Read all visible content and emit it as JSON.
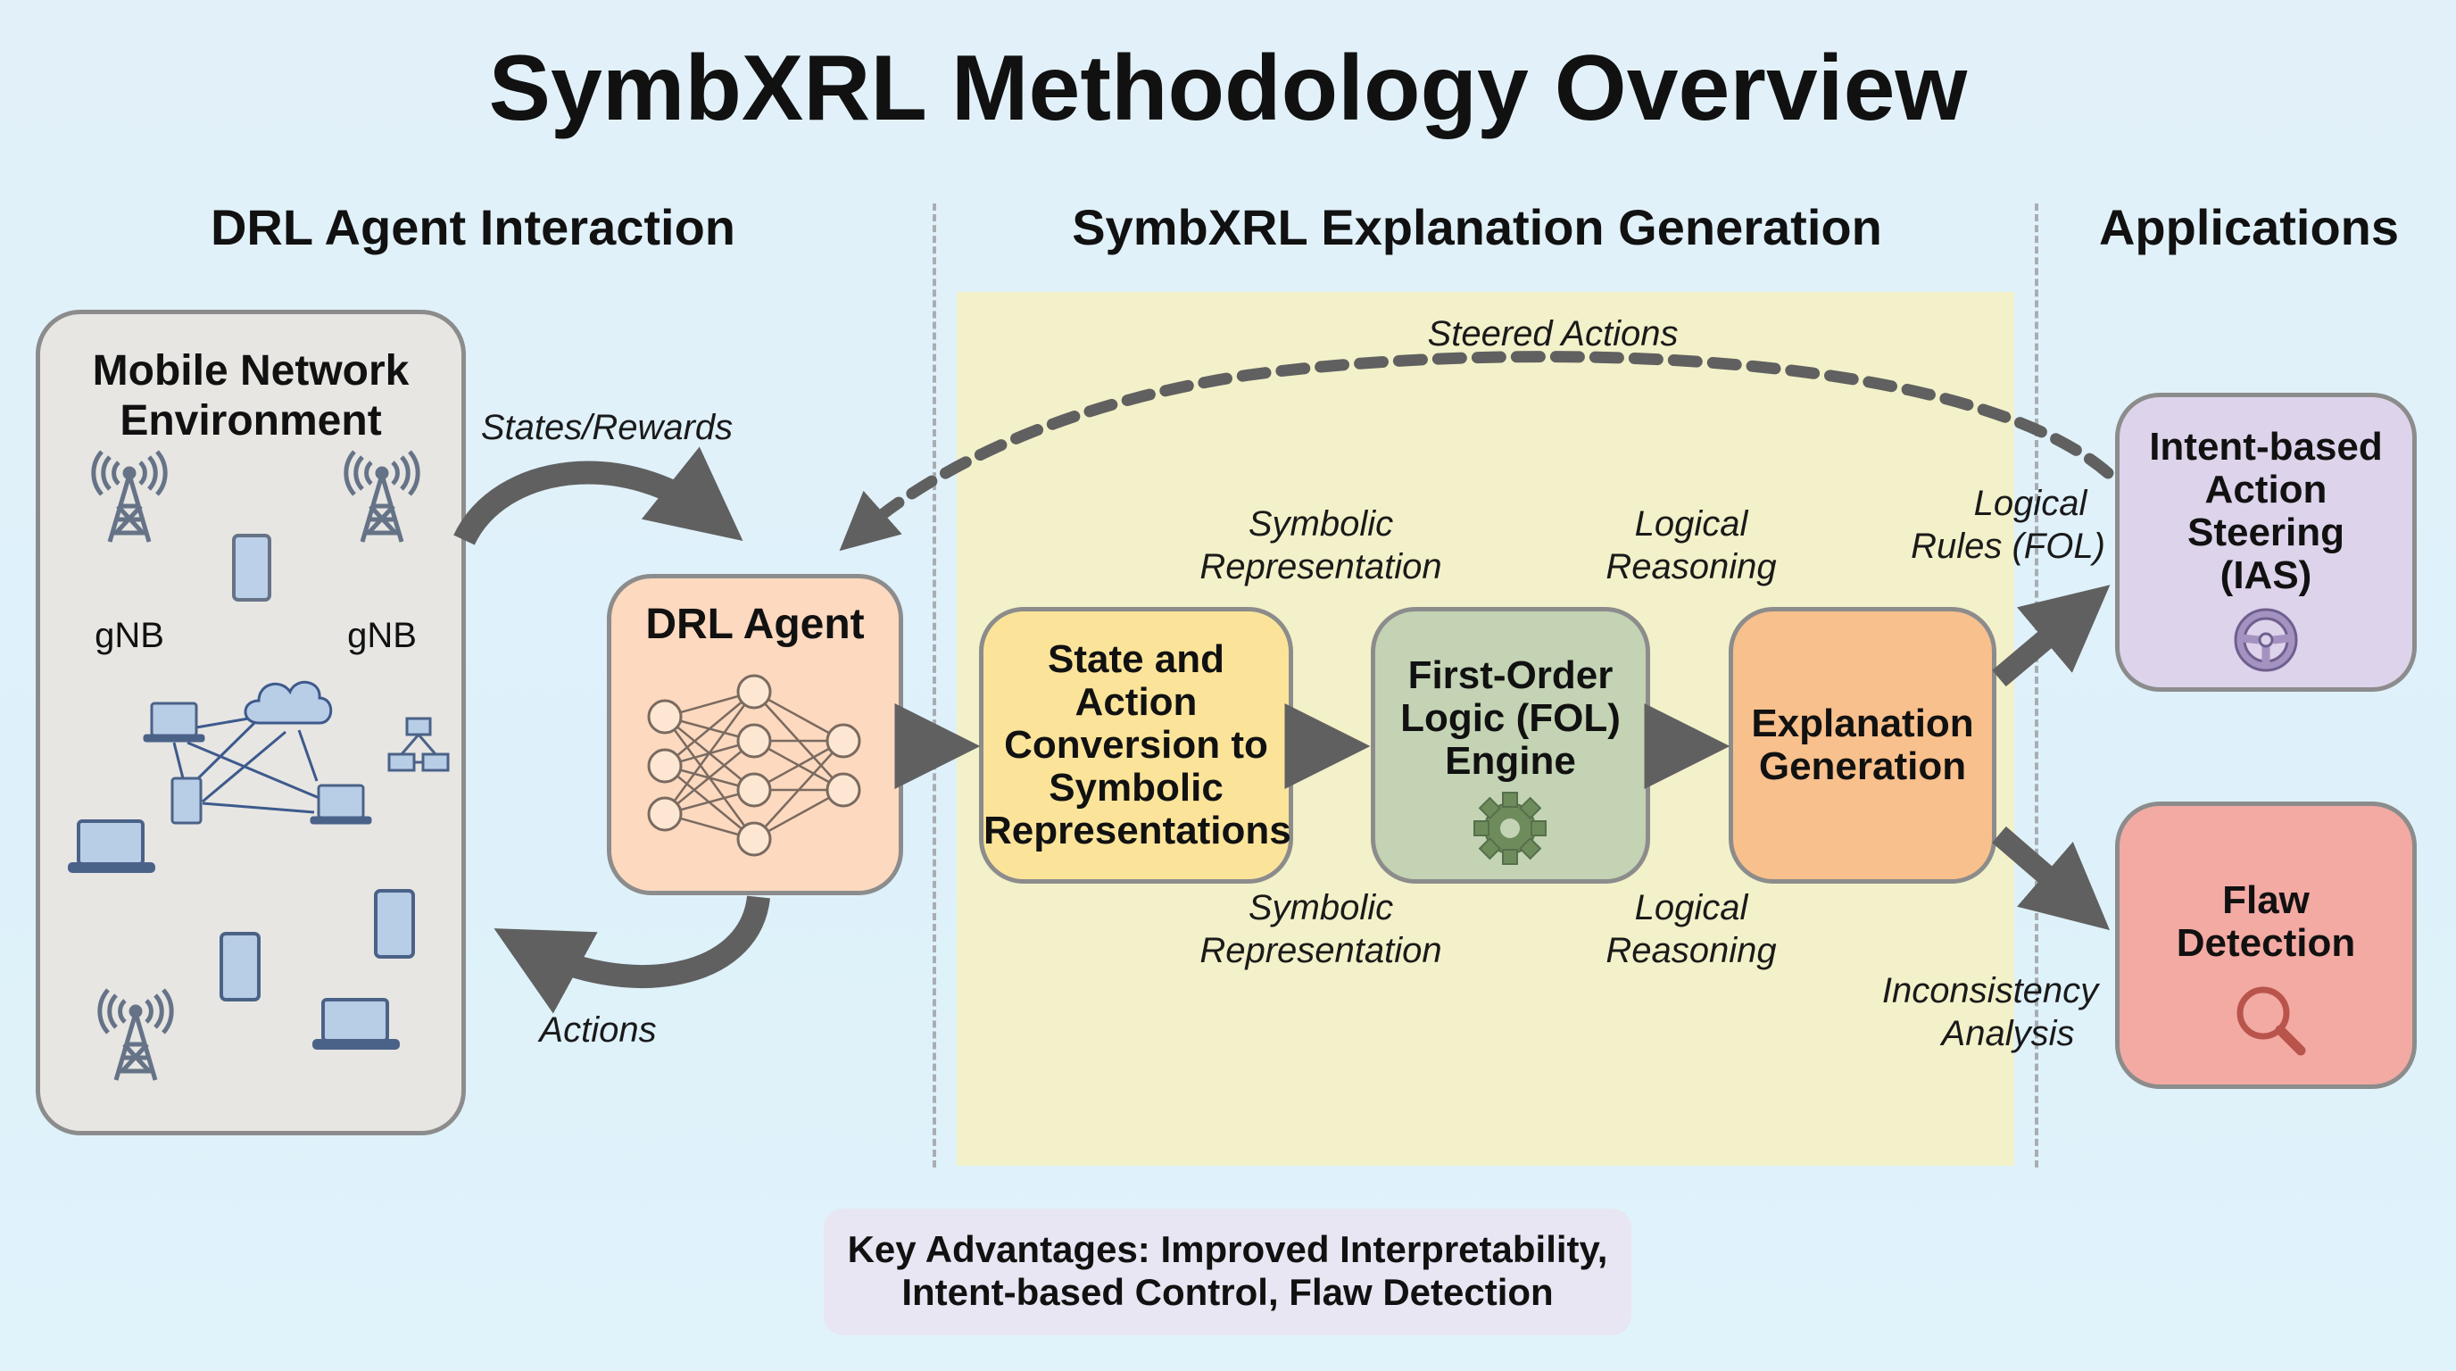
{
  "title": "SymbXRL Methodology Overview",
  "sections": {
    "drl_interaction": "DRL Agent Interaction",
    "explanation_generation": "SymbXRL Explanation Generation",
    "applications": "Applications"
  },
  "environment": {
    "title_line1": "Mobile Network",
    "title_line2": "Environment",
    "gnb_label": "gNB",
    "icons": [
      "cell-tower-icon",
      "smartphone-icon",
      "cell-tower-icon",
      "laptop-icon",
      "cloud-icon",
      "server-icon",
      "laptop-icon",
      "network-topology-icon",
      "laptop-icon",
      "smartphone-icon",
      "smartphone-icon",
      "cell-tower-icon",
      "laptop-icon"
    ]
  },
  "drl_agent": {
    "title": "DRL Agent",
    "icon": "neural-network-icon"
  },
  "loop_labels": {
    "states_rewards": "States/Rewards",
    "actions": "Actions",
    "steered_actions": "Steered Actions"
  },
  "pipeline": {
    "state_conversion": {
      "lines": [
        "State and",
        "Action",
        "Conversion to",
        "Symbolic",
        "Representations"
      ]
    },
    "fol_engine": {
      "lines": [
        "First-Order",
        "Logic (FOL)",
        "Engine"
      ],
      "icon": "gear-icon"
    },
    "explanation": {
      "lines": [
        "Explanation",
        "Generation"
      ]
    }
  },
  "edge_labels": {
    "sym_top": [
      "Symbolic",
      "Representation"
    ],
    "sym_bottom": [
      "Symbolic",
      "Representation"
    ],
    "logic_top": [
      "Logical",
      "Reasoning"
    ],
    "logic_bottom": [
      "Logical",
      "Reasoning"
    ],
    "rules": [
      "Logical",
      "Rules (FOL)"
    ],
    "inconsistency": [
      "Inconsistency",
      "Analysis"
    ]
  },
  "applications": {
    "ias": {
      "lines": [
        "Intent-based",
        "Action",
        "Steering",
        "(IAS)"
      ],
      "icon": "steering-wheel-icon"
    },
    "flaw": {
      "lines": [
        "Flaw",
        "Detection"
      ],
      "icon": "magnifier-icon"
    }
  },
  "key_advantages": {
    "line1": "Key Advantages: Improved Interpretability,",
    "line2": "Intent-based Control, Flaw Detection"
  },
  "colors": {
    "background": "#def1fa",
    "panel_yellow": "#f3f1c9",
    "env_box": "#e7e6e3",
    "drl_box": "#fcd9bf",
    "state_box": "#fbe49a",
    "fol_box": "#c3d3b4",
    "explanation_box": "#f8c08c",
    "ias_box": "#ddd3ea",
    "flaw_box": "#f2aaa3",
    "key_box": "#e7e6f2",
    "arrow": "#606060",
    "icon_blue": "#5a6e8c"
  }
}
